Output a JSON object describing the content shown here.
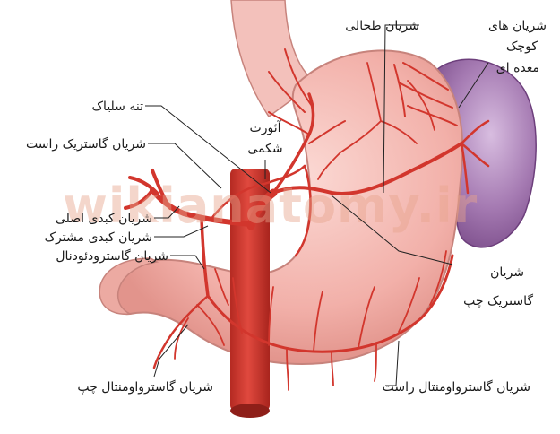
{
  "watermark": "wikianatomy.ir",
  "labels": {
    "left_gastric_top": "شریان طحالی",
    "short_gastric_1": "شریان های",
    "short_gastric_2": "کوچک",
    "short_gastric_3": "معده ای",
    "celiac_trunk": "تنه سلیاک",
    "aorta_1": "آئورت",
    "aorta_2": "شکمی",
    "right_gastric": "شریان گاستریک راست",
    "proper_hepatic": "شریان کبدی اصلی",
    "common_hepatic": "شریان کبدی مشترک",
    "gastroduodenal": "شریان گاسترودئودنال",
    "left_gastric_1": "شریان",
    "left_gastric_2": "گاستریک چپ",
    "left_gastroomental": "شریان گاسترواومنتال چپ",
    "right_gastroomental": "شریان گاسترواومنتال راست"
  },
  "colors": {
    "stomach": "#f4b6b0",
    "stomach_edge": "#c7837c",
    "artery": "#d2362d",
    "spleen": "#9b6aa8",
    "spleen_light": "#c6a3cf"
  }
}
